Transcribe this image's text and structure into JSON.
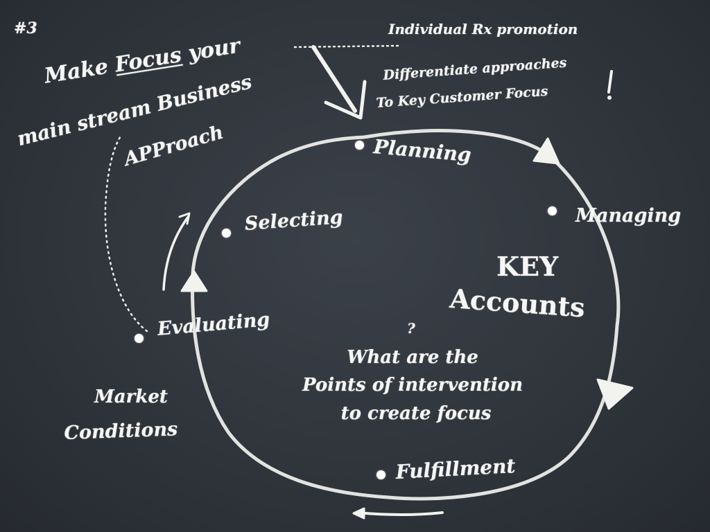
{
  "slide_number": "#3",
  "headline": {
    "line1_prefix": "Make ",
    "line1_emphasis": "Focus",
    "line1_suffix": " your",
    "line2": "main stream Business",
    "line3": "APProach"
  },
  "top_notes": {
    "promotion": "Individual Rx promotion",
    "approaches_line1": "Differentiate approaches",
    "approaches_line2": "To Key Customer Focus",
    "exclamation": "!"
  },
  "cycle_stages": {
    "planning": "Planning",
    "managing": "Managing",
    "fulfillment": "Fulfillment",
    "evaluating": "Evaluating",
    "selecting": "Selecting"
  },
  "center": {
    "line1": "KEY",
    "line2": "Accounts"
  },
  "question": {
    "mark": "?",
    "line1": "What are the",
    "line2": "Points of intervention",
    "line3": "to create focus"
  },
  "market": {
    "line1": "Market",
    "line2": "Conditions"
  },
  "colors": {
    "chalkboard": "#30353c",
    "chalk": "#f6f6f4"
  }
}
